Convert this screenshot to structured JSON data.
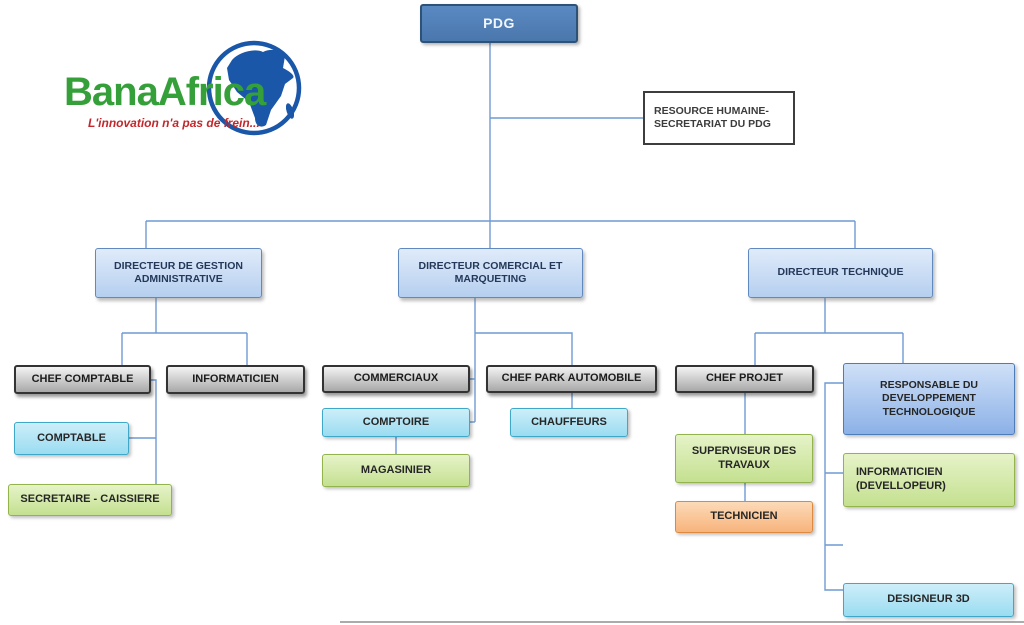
{
  "logo": {
    "brand": "BanaAfrica",
    "tagline": "L'innovation n'a pas de frein...",
    "colors": {
      "green": "#35a03a",
      "blue": "#1a57a8",
      "red": "#c3272b"
    }
  },
  "nodes": {
    "pdg": "PDG",
    "rh": "RESOURCE HUMAINE-\nSECRETARIAT DU PDG",
    "dir_admin": "DIRECTEUR DE GESTION ADMINISTRATIVE",
    "dir_commercial": "DIRECTEUR COMERCIAL ET MARQUETING",
    "dir_technique": "DIRECTEUR TECHNIQUE",
    "chef_comptable": "CHEF COMPTABLE",
    "informaticien": "INFORMATICIEN",
    "comptable": "COMPTABLE",
    "secretaire_caissiere": "SECRETAIRE - CAISSIERE",
    "commerciaux": "COMMERCIAUX",
    "chef_park": "CHEF PARK AUTOMOBILE",
    "comptoire": "COMPTOIRE",
    "magasinier": "MAGASINIER",
    "chauffeurs": "CHAUFFEURS",
    "chef_projet": "CHEF PROJET",
    "responsable_dev": "RESPONSABLE DU DEVELOPPEMENT TECHNOLOGIQUE",
    "superviseur": "SUPERVISEUR DES TRAVAUX",
    "technicien": "TECHNICIEN",
    "informaticien_dev": "INFORMATICIEN\n(DEVELLOPEUR)",
    "designeur_3d": "DESIGNEUR 3D"
  },
  "style_colors": {
    "executive_fill": "#4d7fba",
    "director_fill": "#c5d7f1",
    "gray_fill": "#c6c6c6",
    "cyan_fill": "#aee3f3",
    "green_fill": "#d5e9a8",
    "orange_fill": "#fac292",
    "blue_fill": "#a9c5ee",
    "connector": "#6f9ad2"
  }
}
